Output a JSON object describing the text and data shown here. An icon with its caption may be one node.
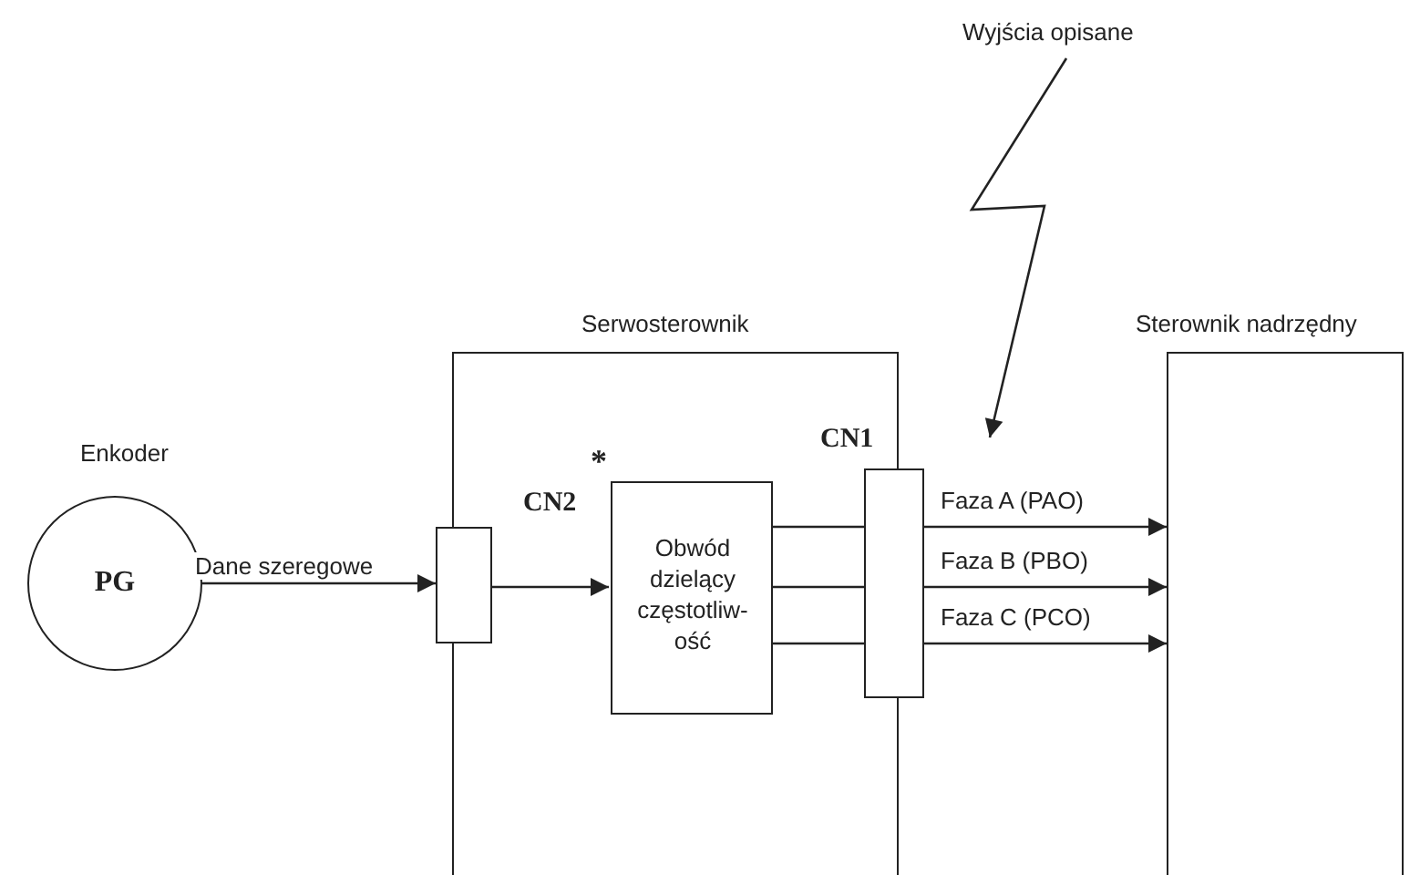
{
  "diagram": {
    "nodes": [
      {
        "text": [
          "PG"
        ],
        "beside": [
          "Enkoder"
        ]
      },
      {
        "text": [
          "Serwosterownik"
        ]
      },
      {
        "text": [],
        "shape": "box",
        "beside": [
          "CN2"
        ]
      },
      {
        "text": [
          "Obwód dzielący częstotliw- ość"
        ],
        "beside": [
          "*"
        ],
        "in": 1
      },
      {
        "text": [],
        "shape": "box",
        "beside": [
          "CN1"
        ]
      },
      {
        "text": [
          "Sterownik nadrzędny"
        ]
      },
      {
        "text": [
          "Wyjścia opisane"
        ]
      }
    ],
    "edges": [
      {
        "from": 0,
        "to": 2,
        "arrow": "to",
        "label": "Dane szeregowe"
      },
      {
        "from": 2,
        "to": 3,
        "arrow": "to"
      },
      {
        "from": 3,
        "to": 4,
        "arrow": "none"
      },
      {
        "from": 3,
        "to": 4,
        "arrow": "none"
      },
      {
        "from": 3,
        "to": 4,
        "arrow": "none"
      },
      {
        "from": 4,
        "to": 5,
        "arrow": "to",
        "label": "Faza A (PAO)"
      },
      {
        "from": 4,
        "to": 5,
        "arrow": "to",
        "label": "Faza B (PBO)"
      },
      {
        "from": 4,
        "to": 5,
        "arrow": "to",
        "label": "Faza C (PCO)"
      },
      {
        "from": 6,
        "to": null,
        "arrow": "to"
      }
    ]
  }
}
